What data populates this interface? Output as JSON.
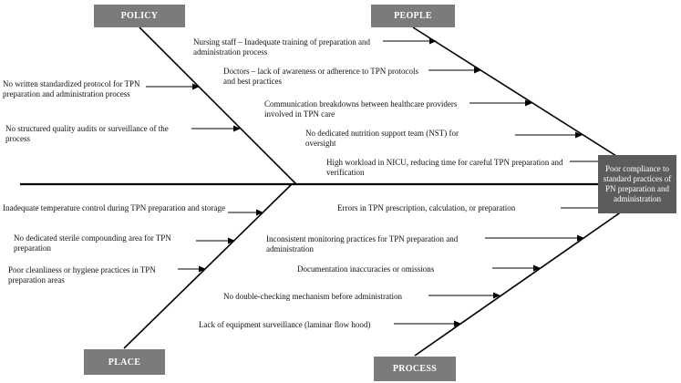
{
  "categories": {
    "policy": "POLICY",
    "people": "PEOPLE",
    "place": "PLACE",
    "process": "PROCESS"
  },
  "effect": "Poor compliance to standard practices of PN preparation and administration",
  "policy_causes": [
    "No written standardized protocol for TPN preparation and administration process",
    "No structured quality audits or surveillance of the process"
  ],
  "people_causes": [
    "Nursing staff – Inadequate training of preparation and administration process",
    "Doctors – lack of awareness or adherence to TPN protocols and best practices",
    "Communication breakdowns between healthcare providers involved in TPN care",
    "No dedicated nutrition support team (NST) for oversight",
    "High workload in NICU, reducing time for careful TPN preparation and verification"
  ],
  "place_causes": [
    "Inadequate temperature control during TPN preparation and storage",
    "No dedicated sterile compounding area for TPN preparation",
    "Poor cleanliness or hygiene practices in TPN preparation areas"
  ],
  "process_causes": [
    "Errors in TPN prescription, calculation, or preparation",
    "Inconsistent monitoring practices for TPN preparation and administration",
    "Documentation inaccuracies or omissions",
    "No double-checking mechanism before administration",
    "Lack of equipment surveillance (laminar flow hood)"
  ],
  "colors": {
    "category_box": "#7b7b7b",
    "effect_box": "#5c5c5c",
    "lines": "#000000"
  }
}
